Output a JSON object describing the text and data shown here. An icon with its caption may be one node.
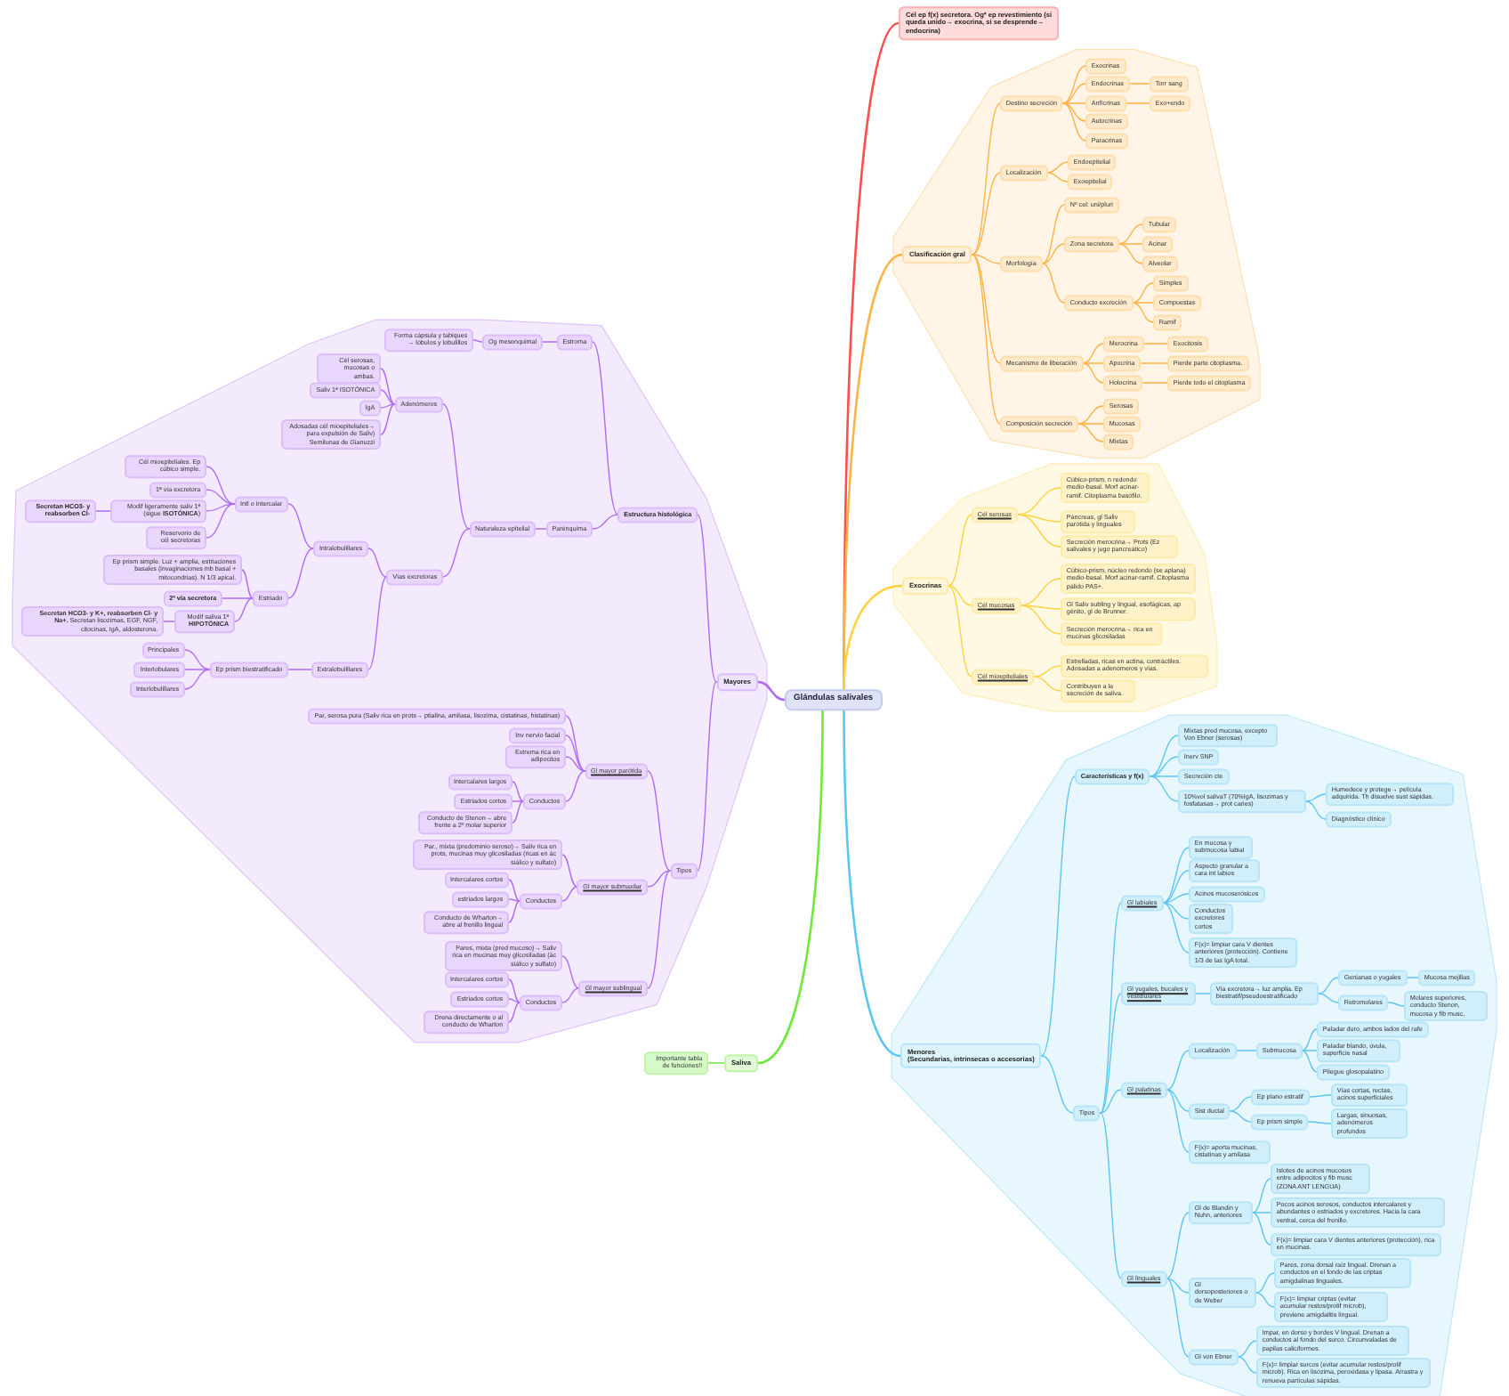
{
  "diagram": {
    "nodes": [
      {
        "text": [
          "Glándulas salivales"
        ]
      },
      {
        "text": [
          "Cél ep f(x) secretora. Ogª ep revestimiento (si queda unido→ exocrina, si se desprende→ endocrina)"
        ]
      },
      {
        "text": [
          "Clasificación gral"
        ]
      },
      {
        "text": [
          "Destino secreción"
        ]
      },
      {
        "text": [
          "Exocrinas"
        ]
      },
      {
        "text": [
          "Endocrinas"
        ]
      },
      {
        "text": [
          "Torr sang"
        ]
      },
      {
        "text": [
          "Anfícrinas"
        ]
      },
      {
        "text": [
          "Exo+endo"
        ]
      },
      {
        "text": [
          "Autocrinas"
        ]
      },
      {
        "text": [
          "Paracrinas"
        ]
      },
      {
        "text": [
          "Localización"
        ]
      },
      {
        "text": [
          "Endoepitelial"
        ]
      },
      {
        "text": [
          "Exoepitelial"
        ]
      },
      {
        "text": [
          "Morfología"
        ]
      },
      {
        "text": [
          "Nº cel: uni/pluri"
        ]
      },
      {
        "text": [
          "Zona secretora"
        ]
      },
      {
        "text": [
          "Tubular"
        ]
      },
      {
        "text": [
          "Acinar"
        ]
      },
      {
        "text": [
          "Alveolar"
        ]
      },
      {
        "text": [
          "Conducto excreción"
        ]
      },
      {
        "text": [
          "Simples"
        ]
      },
      {
        "text": [
          "Compuestas"
        ]
      },
      {
        "text": [
          "Ramif"
        ]
      },
      {
        "text": [
          "Mecanismo de liberación"
        ]
      },
      {
        "text": [
          "Merocrina"
        ]
      },
      {
        "text": [
          "Exocitosis"
        ]
      },
      {
        "text": [
          "Apocrina"
        ]
      },
      {
        "text": [
          "Pierde parte citoplasma."
        ]
      },
      {
        "text": [
          "Holocrina"
        ]
      },
      {
        "text": [
          "Pierde todo el citoplasma"
        ]
      },
      {
        "text": [
          "Composición secreción"
        ]
      },
      {
        "text": [
          "Serosas"
        ]
      },
      {
        "text": [
          "Mucosas"
        ]
      },
      {
        "text": [
          "Mixtas"
        ]
      },
      {
        "text": [
          "Exocrinas"
        ]
      },
      {
        "text": [
          "Cél serosas"
        ]
      },
      {
        "text": [
          "Cúbico-prism, n redondo medio-basal. Morf acinar-ramif. Citoplasma basófilo."
        ]
      },
      {
        "text": [
          "Páncreas, gl Saliv parótida y linguales"
        ]
      },
      {
        "text": [
          "Secreción merocrina→ Prots (Ez salivales y jugo pancreático)"
        ]
      },
      {
        "text": [
          "Cél mucosas"
        ]
      },
      {
        "text": [
          "Cúbico-prism, núcleo redondo (se aplana) medio-basal. Morf acinar-ramif. Citoplasma pálido PAS+."
        ]
      },
      {
        "text": [
          "Gl Saliv subling y lingual, esofágicas, ap génito, gl de Brunner."
        ]
      },
      {
        "text": [
          "Secreción merocrina→ rica en mucinas glicosiladas"
        ]
      },
      {
        "text": [
          "Cél mioepiteliales"
        ]
      },
      {
        "text": [
          "Estrelladas, ricas en actina, contráctiles. Adosadas a adenómeros y vías."
        ]
      },
      {
        "text": [
          "Contribuyen a la secreción de saliva."
        ]
      },
      {
        "text": [
          "Menores",
          "(Secundarias, intrínsecas o accesorias)"
        ]
      },
      {
        "text": [
          "Características y f(x)"
        ]
      },
      {
        "text": [
          "Mixtas pred mucosa, excepto Von Ebner (serosas)"
        ]
      },
      {
        "text": [
          "Inerv SNP"
        ]
      },
      {
        "text": [
          "Secreción cte"
        ]
      },
      {
        "text": [
          "10%vol salivaT (70%IgA, lisozimas y fosfatasas→ prot caries)"
        ]
      },
      {
        "text": [
          "Humedece y protege→ película adquirida. Th disuelve sust sápidas."
        ]
      },
      {
        "text": [
          "Diagnóstico clínico"
        ]
      },
      {
        "text": [
          "Tipos"
        ]
      },
      {
        "text": [
          "Gl labiales"
        ]
      },
      {
        "text": [
          "En mucosa y submucosa labial"
        ]
      },
      {
        "text": [
          "Aspecto granular a cara int labios"
        ]
      },
      {
        "text": [
          "Acinos mucoserósicos"
        ]
      },
      {
        "text": [
          "Conductos excretores cortos"
        ]
      },
      {
        "text": [
          "F(x)= limpiar cara V dientes anteriores (protección). Contiene 1/3 de las IgA total."
        ]
      },
      {
        "text": [
          "Gl yugales, bucales y vestibulares"
        ]
      },
      {
        "text": [
          "Vía excretora→ luz amplia. Ep biestratif/pseudoestratificado"
        ]
      },
      {
        "text": [
          "Genianas o yugales"
        ]
      },
      {
        "text": [
          "Mucosa mejillas"
        ]
      },
      {
        "text": [
          "Retromolares"
        ]
      },
      {
        "text": [
          "Molares superiores, conducto Stenon, mucosa y fib musc."
        ]
      },
      {
        "text": [
          "Gl palatinas"
        ]
      },
      {
        "text": [
          "Localización"
        ]
      },
      {
        "text": [
          "Submucosa"
        ]
      },
      {
        "text": [
          "Paladar duro, ambos lados del rafe"
        ]
      },
      {
        "text": [
          "Paladar blando, úvula, superficie nasal"
        ]
      },
      {
        "text": [
          "Pliegue glosopalatino"
        ]
      },
      {
        "text": [
          "Sist ductal"
        ]
      },
      {
        "text": [
          "Ep plano estratif"
        ]
      },
      {
        "text": [
          "Vías cortas, rectas, acinos superficiales"
        ]
      },
      {
        "text": [
          "Ep prism simple"
        ]
      },
      {
        "text": [
          "Largas, sinuosas, adenómeros profundos"
        ]
      },
      {
        "text": [
          "F(x)= aporta mucinas, cistatinas y amilasa"
        ]
      },
      {
        "text": [
          "Gl linguales"
        ]
      },
      {
        "text": [
          "Gl de Blandin y Nuhn, anteriores"
        ]
      },
      {
        "text": [
          "Islotes de acinos mucosos entre adipocitos y fib musc (ZONA ANT LENGUA)"
        ]
      },
      {
        "text": [
          "Pocos acinos serosos, conductos intercalares y abundantes o estriados y excretores. Hacia la cara ventral, cerca del frenillo."
        ]
      },
      {
        "text": [
          "F(x)= limpiar cara V dientes anteriores (protección), rica en mucinas."
        ]
      },
      {
        "text": [
          "Gl dorsoposteriores o de Weber"
        ]
      },
      {
        "text": [
          "Pares, zona dorsal raíz lingual. Drenan a conductos en el fondo de las criptas amigdalinas linguales."
        ]
      },
      {
        "text": [
          "F(x)= limpiar criptas (evitar acumular restos/prolif microb), previene amigdalitis lingual."
        ]
      },
      {
        "text": [
          "Gl von Ebner"
        ]
      },
      {
        "text": [
          "Impar, en dorso y bordes V lingual. Drenan a conductos al fondo del surco. Circunvaladas de papilas caliciformes."
        ]
      },
      {
        "text": [
          "F(x)= limpiar surcos (evitar acumular restos/prolif microb). Rica en lisozima, peroxidasa y lipasa. Arrastra y renueva partículas sápidas."
        ]
      },
      {
        "text": [
          "Mayores"
        ]
      },
      {
        "text": [
          "Estructura histológica"
        ]
      },
      {
        "text": [
          "Estroma"
        ]
      },
      {
        "text": [
          "Og mesenquimal"
        ]
      },
      {
        "text": [
          "Forma cápsula y tabiques → lóbulos y lobulillos"
        ]
      },
      {
        "text": [
          "Parénquima"
        ]
      },
      {
        "text": [
          "Naturaleza epitelial"
        ]
      },
      {
        "text": [
          "Adenómeros"
        ]
      },
      {
        "text": [
          "Cél serosas, mucosas o ambas."
        ]
      },
      {
        "text": [
          "Saliv 1ª ISOTÓNICA"
        ]
      },
      {
        "text": [
          "IgA"
        ]
      },
      {
        "text": [
          "Adosadas cél mioepiteliales→ para expulsión de Saliv) Semilunas de Gianuzzi"
        ]
      },
      {
        "text": [
          "Vías excretoras"
        ]
      },
      {
        "text": [
          "Intralobulillares"
        ]
      },
      {
        "text": [
          "Intl o intercalar"
        ]
      },
      {
        "text": [
          "Cél mioepiteliales. Ep cúbico simple."
        ]
      },
      {
        "text": [
          "1ª vía excretora"
        ]
      },
      {
        "text": [
          "Modif ligeramente saliv 1ª (sigue **ISOTÓNICA**)"
        ]
      },
      {
        "text": [
          "Secretan HCO3- y reabsorben Cl-"
        ]
      },
      {
        "text": [
          "Reservorio de cél secretoras"
        ]
      },
      {
        "text": [
          "Estriado"
        ]
      },
      {
        "text": [
          "Ep prism simple. Luz + amplia, estriaciones basales (invaginaciones mb basal + mitocondrias). N 1/3 apical."
        ]
      },
      {
        "text": [
          "2ª vía secretora"
        ]
      },
      {
        "text": [
          "Modif saliva 1ª **HIPOTÓNICA**"
        ]
      },
      {
        "text": [
          "**Secretan HCO3- y K+, reabsorben Cl- y Na+.** Secretan lisozimas, EGF, NGF, citocinas, IgA, aldosterona."
        ]
      },
      {
        "text": [
          "Extralobulillares"
        ]
      },
      {
        "text": [
          "Ep prism biestratificado"
        ]
      },
      {
        "text": [
          "Principales"
        ]
      },
      {
        "text": [
          "Interlobulares"
        ]
      },
      {
        "text": [
          "Interlobulillares"
        ]
      },
      {
        "text": [
          "Tipos"
        ]
      },
      {
        "text": [
          "Gl mayor parótida"
        ]
      },
      {
        "text": [
          "Par, serosa pura (Saliv rica en prots→ ptialina, amilasa, lisozima, cistatinas, histatinas)"
        ]
      },
      {
        "text": [
          "Inv nervio facial"
        ]
      },
      {
        "text": [
          "Extrema rica en adipocitos"
        ]
      },
      {
        "text": [
          "Conductos"
        ]
      },
      {
        "text": [
          "Intercalares largos"
        ]
      },
      {
        "text": [
          "Estriados cortos"
        ]
      },
      {
        "text": [
          "Conducto de Stenon→ abre frente a 2º molar superior"
        ]
      },
      {
        "text": [
          "Gl mayor submaxilar"
        ]
      },
      {
        "text": [
          "Par., mixta (predominio seroso)→ Saliv rica en prots, mucinas muy glicosiladas (ricas en ác siálico y sulfato)"
        ]
      },
      {
        "text": [
          "Conductos"
        ]
      },
      {
        "text": [
          "Intercalares cortos"
        ]
      },
      {
        "text": [
          "estriados largos"
        ]
      },
      {
        "text": [
          "Conducto de Wharton→ abre al frenillo lingual"
        ]
      },
      {
        "text": [
          "Gl mayor sublingual"
        ]
      },
      {
        "text": [
          "Pares, mixta (pred mucoso)→ Saliv rica en mucinas muy glicosiladas (ác siálico y sulfato)"
        ]
      },
      {
        "text": [
          "Conductos"
        ]
      },
      {
        "text": [
          "Intercalares cortos"
        ]
      },
      {
        "text": [
          "Estriados cortos"
        ]
      },
      {
        "text": [
          "Drena directamente o al conducto de Wharton"
        ]
      },
      {
        "text": [
          "Saliva"
        ]
      },
      {
        "text": [
          "Importante tabla de funciones!!"
        ]
      }
    ],
    "edges": [
      {
        "from": 0,
        "to": 1,
        "arrow": "none",
        "color": "#ff4d4d"
      },
      {
        "from": 0,
        "to": 2,
        "arrow": "none",
        "color": "#ffb347"
      },
      {
        "from": 2,
        "to": 3,
        "arrow": "none",
        "color": "#ffb347"
      },
      {
        "from": 3,
        "to": 4,
        "arrow": "none",
        "color": "#ffb347"
      },
      {
        "from": 3,
        "to": 5,
        "arrow": "none",
        "color": "#ffb347"
      },
      {
        "from": 5,
        "to": 6,
        "arrow": "none",
        "color": "#ffb347"
      },
      {
        "from": 3,
        "to": 7,
        "arrow": "none",
        "color": "#ffb347"
      },
      {
        "from": 7,
        "to": 8,
        "arrow": "none",
        "color": "#ffb347"
      },
      {
        "from": 3,
        "to": 9,
        "arrow": "none",
        "color": "#ffb347"
      },
      {
        "from": 3,
        "to": 10,
        "arrow": "none",
        "color": "#ffb347"
      },
      {
        "from": 2,
        "to": 11,
        "arrow": "none",
        "color": "#ffb347"
      },
      {
        "from": 11,
        "to": 12,
        "arrow": "none",
        "color": "#ffb347"
      },
      {
        "from": 11,
        "to": 13,
        "arrow": "none",
        "color": "#ffb347"
      },
      {
        "from": 2,
        "to": 14,
        "arrow": "none",
        "color": "#ffb347"
      },
      {
        "from": 14,
        "to": 15,
        "arrow": "none",
        "color": "#ffb347"
      },
      {
        "from": 14,
        "to": 16,
        "arrow": "none",
        "color": "#ffb347"
      },
      {
        "from": 16,
        "to": 17,
        "arrow": "none",
        "color": "#ffb347"
      },
      {
        "from": 16,
        "to": 18,
        "arrow": "none",
        "color": "#ffb347"
      },
      {
        "from": 16,
        "to": 19,
        "arrow": "none",
        "color": "#ffb347"
      },
      {
        "from": 14,
        "to": 20,
        "arrow": "none",
        "color": "#ffb347"
      },
      {
        "from": 20,
        "to": 21,
        "arrow": "none",
        "color": "#ffb347"
      },
      {
        "from": 20,
        "to": 22,
        "arrow": "none",
        "color": "#ffb347"
      },
      {
        "from": 20,
        "to": 23,
        "arrow": "none",
        "color": "#ffb347"
      },
      {
        "from": 2,
        "to": 24,
        "arrow": "none",
        "color": "#ffb347"
      },
      {
        "from": 24,
        "to": 25,
        "arrow": "none",
        "color": "#ffb347"
      },
      {
        "from": 25,
        "to": 26,
        "arrow": "none",
        "color": "#ffb347"
      },
      {
        "from": 24,
        "to": 27,
        "arrow": "none",
        "color": "#ffb347"
      },
      {
        "from": 27,
        "to": 28,
        "arrow": "none",
        "color": "#ffb347"
      },
      {
        "from": 24,
        "to": 29,
        "arrow": "none",
        "color": "#ffb347"
      },
      {
        "from": 29,
        "to": 30,
        "arrow": "none",
        "color": "#ffb347"
      },
      {
        "from": 2,
        "to": 31,
        "arrow": "none",
        "color": "#ffb347"
      },
      {
        "from": 31,
        "to": 32,
        "arrow": "none",
        "color": "#ffb347"
      },
      {
        "from": 31,
        "to": 33,
        "arrow": "none",
        "color": "#ffb347"
      },
      {
        "from": 31,
        "to": 34,
        "arrow": "none",
        "color": "#ffb347"
      },
      {
        "from": 0,
        "to": 35,
        "arrow": "none",
        "color": "#ffd23f"
      },
      {
        "from": 35,
        "to": 36,
        "arrow": "none",
        "color": "#ffd23f"
      },
      {
        "from": 36,
        "to": 37,
        "arrow": "none",
        "color": "#ffd23f"
      },
      {
        "from": 36,
        "to": 38,
        "arrow": "none",
        "color": "#ffd23f"
      },
      {
        "from": 36,
        "to": 39,
        "arrow": "none",
        "color": "#ffd23f"
      },
      {
        "from": 35,
        "to": 40,
        "arrow": "none",
        "color": "#ffd23f"
      },
      {
        "from": 40,
        "to": 41,
        "arrow": "none",
        "color": "#ffd23f"
      },
      {
        "from": 40,
        "to": 42,
        "arrow": "none",
        "color": "#ffd23f"
      },
      {
        "from": 40,
        "to": 43,
        "arrow": "none",
        "color": "#ffd23f"
      },
      {
        "from": 35,
        "to": 44,
        "arrow": "none",
        "color": "#ffd23f"
      },
      {
        "from": 44,
        "to": 45,
        "arrow": "none",
        "color": "#ffd23f"
      },
      {
        "from": 44,
        "to": 46,
        "arrow": "none",
        "color": "#ffd23f"
      },
      {
        "from": 0,
        "to": 47,
        "arrow": "none",
        "color": "#5cc6f2"
      },
      {
        "from": 47,
        "to": 48,
        "arrow": "none",
        "color": "#5cc6f2"
      },
      {
        "from": 48,
        "to": 49,
        "arrow": "none",
        "color": "#5cc6f2"
      },
      {
        "from": 48,
        "to": 50,
        "arrow": "none",
        "color": "#5cc6f2"
      },
      {
        "from": 48,
        "to": 51,
        "arrow": "none",
        "color": "#5cc6f2"
      },
      {
        "from": 48,
        "to": 52,
        "arrow": "none",
        "color": "#5cc6f2"
      },
      {
        "from": 52,
        "to": 53,
        "arrow": "none",
        "color": "#5cc6f2"
      },
      {
        "from": 52,
        "to": 54,
        "arrow": "none",
        "color": "#5cc6f2"
      },
      {
        "from": 47,
        "to": 55,
        "arrow": "none",
        "color": "#5cc6f2"
      },
      {
        "from": 55,
        "to": 56,
        "arrow": "none",
        "color": "#5cc6f2"
      },
      {
        "from": 56,
        "to": 57,
        "arrow": "none",
        "color": "#5cc6f2"
      },
      {
        "from": 56,
        "to": 58,
        "arrow": "none",
        "color": "#5cc6f2"
      },
      {
        "from": 56,
        "to": 59,
        "arrow": "none",
        "color": "#5cc6f2"
      },
      {
        "from": 56,
        "to": 60,
        "arrow": "none",
        "color": "#5cc6f2"
      },
      {
        "from": 56,
        "to": 61,
        "arrow": "none",
        "color": "#5cc6f2"
      },
      {
        "from": 55,
        "to": 62,
        "arrow": "none",
        "color": "#5cc6f2"
      },
      {
        "from": 62,
        "to": 63,
        "arrow": "none",
        "color": "#5cc6f2"
      },
      {
        "from": 63,
        "to": 64,
        "arrow": "none",
        "color": "#5cc6f2"
      },
      {
        "from": 64,
        "to": 65,
        "arrow": "none",
        "color": "#5cc6f2"
      },
      {
        "from": 63,
        "to": 66,
        "arrow": "none",
        "color": "#5cc6f2"
      },
      {
        "from": 66,
        "to": 67,
        "arrow": "none",
        "color": "#5cc6f2"
      },
      {
        "from": 55,
        "to": 68,
        "arrow": "none",
        "color": "#5cc6f2"
      },
      {
        "from": 68,
        "to": 69,
        "arrow": "none",
        "color": "#5cc6f2"
      },
      {
        "from": 69,
        "to": 70,
        "arrow": "none",
        "color": "#5cc6f2"
      },
      {
        "from": 70,
        "to": 71,
        "arrow": "none",
        "color": "#5cc6f2"
      },
      {
        "from": 70,
        "to": 72,
        "arrow": "none",
        "color": "#5cc6f2"
      },
      {
        "from": 70,
        "to": 73,
        "arrow": "none",
        "color": "#5cc6f2"
      },
      {
        "from": 68,
        "to": 74,
        "arrow": "none",
        "color": "#5cc6f2"
      },
      {
        "from": 74,
        "to": 75,
        "arrow": "none",
        "color": "#5cc6f2"
      },
      {
        "from": 75,
        "to": 76,
        "arrow": "none",
        "color": "#5cc6f2"
      },
      {
        "from": 74,
        "to": 77,
        "arrow": "none",
        "color": "#5cc6f2"
      },
      {
        "from": 77,
        "to": 78,
        "arrow": "none",
        "color": "#5cc6f2"
      },
      {
        "from": 68,
        "to": 79,
        "arrow": "none",
        "color": "#5cc6f2"
      },
      {
        "from": 55,
        "to": 80,
        "arrow": "none",
        "color": "#5cc6f2"
      },
      {
        "from": 80,
        "to": 81,
        "arrow": "none",
        "color": "#5cc6f2"
      },
      {
        "from": 81,
        "to": 82,
        "arrow": "none",
        "color": "#5cc6f2"
      },
      {
        "from": 81,
        "to": 83,
        "arrow": "none",
        "color": "#5cc6f2"
      },
      {
        "from": 81,
        "to": 84,
        "arrow": "none",
        "color": "#5cc6f2"
      },
      {
        "from": 80,
        "to": 85,
        "arrow": "none",
        "color": "#5cc6f2"
      },
      {
        "from": 85,
        "to": 86,
        "arrow": "none",
        "color": "#5cc6f2"
      },
      {
        "from": 85,
        "to": 87,
        "arrow": "none",
        "color": "#5cc6f2"
      },
      {
        "from": 80,
        "to": 88,
        "arrow": "none",
        "color": "#5cc6f2"
      },
      {
        "from": 88,
        "to": 89,
        "arrow": "none",
        "color": "#5cc6f2"
      },
      {
        "from": 88,
        "to": 90,
        "arrow": "none",
        "color": "#5cc6f2"
      },
      {
        "from": 0,
        "to": 91,
        "arrow": "none",
        "color": "#b06cf5"
      },
      {
        "from": 91,
        "to": 92,
        "arrow": "none",
        "color": "#b06cf5"
      },
      {
        "from": 92,
        "to": 93,
        "arrow": "none",
        "color": "#b06cf5"
      },
      {
        "from": 93,
        "to": 94,
        "arrow": "none",
        "color": "#b06cf5"
      },
      {
        "from": 94,
        "to": 95,
        "arrow": "none",
        "color": "#b06cf5"
      },
      {
        "from": 92,
        "to": 96,
        "arrow": "none",
        "color": "#b06cf5"
      },
      {
        "from": 96,
        "to": 97,
        "arrow": "none",
        "color": "#b06cf5"
      },
      {
        "from": 97,
        "to": 98,
        "arrow": "none",
        "color": "#b06cf5"
      },
      {
        "from": 98,
        "to": 99,
        "arrow": "none",
        "color": "#b06cf5"
      },
      {
        "from": 98,
        "to": 100,
        "arrow": "none",
        "color": "#b06cf5"
      },
      {
        "from": 98,
        "to": 101,
        "arrow": "none",
        "color": "#b06cf5"
      },
      {
        "from": 98,
        "to": 102,
        "arrow": "none",
        "color": "#b06cf5"
      },
      {
        "from": 97,
        "to": 103,
        "arrow": "none",
        "color": "#b06cf5"
      },
      {
        "from": 103,
        "to": 104,
        "arrow": "none",
        "color": "#b06cf5"
      },
      {
        "from": 104,
        "to": 105,
        "arrow": "none",
        "color": "#b06cf5"
      },
      {
        "from": 105,
        "to": 106,
        "arrow": "none",
        "color": "#b06cf5"
      },
      {
        "from": 105,
        "to": 107,
        "arrow": "none",
        "color": "#b06cf5"
      },
      {
        "from": 105,
        "to": 108,
        "arrow": "none",
        "color": "#b06cf5"
      },
      {
        "from": 108,
        "to": 109,
        "arrow": "none",
        "color": "#b06cf5"
      },
      {
        "from": 105,
        "to": 110,
        "arrow": "none",
        "color": "#b06cf5"
      },
      {
        "from": 104,
        "to": 111,
        "arrow": "none",
        "color": "#b06cf5"
      },
      {
        "from": 111,
        "to": 112,
        "arrow": "none",
        "color": "#b06cf5"
      },
      {
        "from": 111,
        "to": 113,
        "arrow": "none",
        "color": "#b06cf5"
      },
      {
        "from": 111,
        "to": 114,
        "arrow": "none",
        "color": "#b06cf5"
      },
      {
        "from": 114,
        "to": 115,
        "arrow": "none",
        "color": "#b06cf5"
      },
      {
        "from": 103,
        "to": 116,
        "arrow": "none",
        "color": "#b06cf5"
      },
      {
        "from": 116,
        "to": 117,
        "arrow": "none",
        "color": "#b06cf5"
      },
      {
        "from": 117,
        "to": 118,
        "arrow": "none",
        "color": "#b06cf5"
      },
      {
        "from": 117,
        "to": 119,
        "arrow": "none",
        "color": "#b06cf5"
      },
      {
        "from": 117,
        "to": 120,
        "arrow": "none",
        "color": "#b06cf5"
      },
      {
        "from": 91,
        "to": 121,
        "arrow": "none",
        "color": "#b06cf5"
      },
      {
        "from": 121,
        "to": 122,
        "arrow": "none",
        "color": "#b06cf5"
      },
      {
        "from": 122,
        "to": 123,
        "arrow": "none",
        "color": "#b06cf5"
      },
      {
        "from": 122,
        "to": 124,
        "arrow": "none",
        "color": "#b06cf5"
      },
      {
        "from": 122,
        "to": 125,
        "arrow": "none",
        "color": "#b06cf5"
      },
      {
        "from": 122,
        "to": 126,
        "arrow": "none",
        "color": "#b06cf5"
      },
      {
        "from": 126,
        "to": 127,
        "arrow": "none",
        "color": "#b06cf5"
      },
      {
        "from": 126,
        "to": 128,
        "arrow": "none",
        "color": "#b06cf5"
      },
      {
        "from": 126,
        "to": 129,
        "arrow": "none",
        "color": "#b06cf5"
      },
      {
        "from": 121,
        "to": 130,
        "arrow": "none",
        "color": "#b06cf5"
      },
      {
        "from": 130,
        "to": 131,
        "arrow": "none",
        "color": "#b06cf5"
      },
      {
        "from": 130,
        "to": 132,
        "arrow": "none",
        "color": "#b06cf5"
      },
      {
        "from": 132,
        "to": 133,
        "arrow": "none",
        "color": "#b06cf5"
      },
      {
        "from": 132,
        "to": 134,
        "arrow": "none",
        "color": "#b06cf5"
      },
      {
        "from": 132,
        "to": 135,
        "arrow": "none",
        "color": "#b06cf5"
      },
      {
        "from": 121,
        "to": 136,
        "arrow": "none",
        "color": "#b06cf5"
      },
      {
        "from": 136,
        "to": 137,
        "arrow": "none",
        "color": "#b06cf5"
      },
      {
        "from": 136,
        "to": 138,
        "arrow": "none",
        "color": "#b06cf5"
      },
      {
        "from": 138,
        "to": 139,
        "arrow": "none",
        "color": "#b06cf5"
      },
      {
        "from": 138,
        "to": 140,
        "arrow": "none",
        "color": "#b06cf5"
      },
      {
        "from": 138,
        "to": 141,
        "arrow": "none",
        "color": "#b06cf5"
      },
      {
        "from": 0,
        "to": 142,
        "arrow": "none",
        "color": "#6ee83a"
      },
      {
        "from": 142,
        "to": 143,
        "arrow": "none",
        "color": "#6ee83a"
      }
    ]
  }
}
